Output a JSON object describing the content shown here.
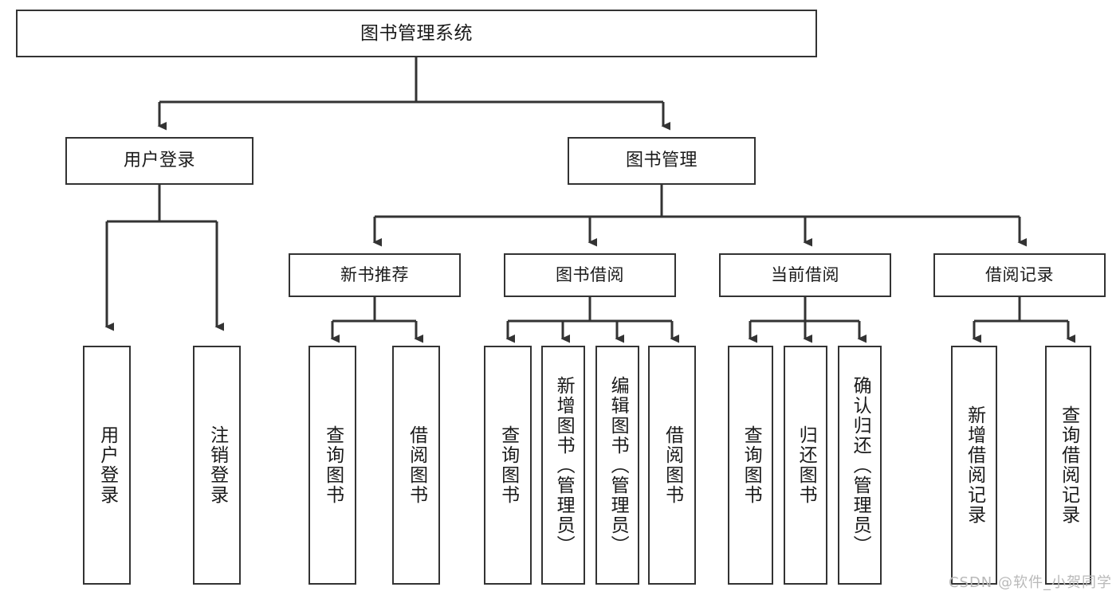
{
  "diagram": {
    "title": "图书管理系统",
    "type": "tree-hierarchy-chart",
    "watermark": "CSDN @软件_小贺同学",
    "colors": {
      "border": "#333333",
      "fill": "#ffffff",
      "text": "#1a1a1a",
      "edge": "#333333",
      "watermark": "#b9b9b9"
    },
    "nodes": {
      "root": {
        "label": "图书管理系统"
      },
      "level1": [
        {
          "id": "user-login",
          "label": "用户登录"
        },
        {
          "id": "book-management",
          "label": "图书管理"
        }
      ],
      "level2": [
        {
          "id": "new-book-recommend",
          "label": "新书推荐"
        },
        {
          "id": "book-borrow",
          "label": "图书借阅"
        },
        {
          "id": "current-borrow",
          "label": "当前借阅"
        },
        {
          "id": "borrow-record",
          "label": "借阅记录"
        }
      ],
      "leaves": {
        "user_login": [
          {
            "id": "leaf-user-login",
            "label": "用户登录"
          },
          {
            "id": "leaf-logout-login",
            "label": "注销登录"
          }
        ],
        "new_book_recommend": [
          {
            "id": "leaf-query-book-1",
            "label": "查询图书"
          },
          {
            "id": "leaf-borrow-book-1",
            "label": "借阅图书"
          }
        ],
        "book_borrow": [
          {
            "id": "leaf-query-book-2",
            "label": "查询图书"
          },
          {
            "id": "leaf-add-book",
            "label": "新增图书（管理员）"
          },
          {
            "id": "leaf-edit-book",
            "label": "编辑图书（管理员）"
          },
          {
            "id": "leaf-borrow-book-2",
            "label": "借阅图书"
          }
        ],
        "current_borrow": [
          {
            "id": "leaf-query-book-3",
            "label": "查询图书"
          },
          {
            "id": "leaf-return-book",
            "label": "归还图书"
          },
          {
            "id": "leaf-confirm-return",
            "label": "确认归还（管理员）"
          }
        ],
        "borrow_record": [
          {
            "id": "leaf-add-record",
            "label": "新增借阅记录"
          },
          {
            "id": "leaf-query-record",
            "label": "查询借阅记录"
          }
        ]
      }
    }
  }
}
